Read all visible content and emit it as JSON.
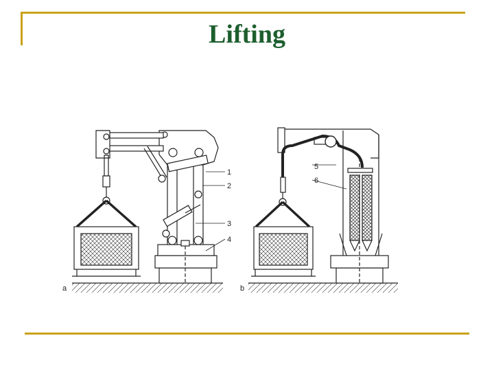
{
  "slide": {
    "title": "Lifting",
    "accent_color": "#c9a21a",
    "title_color": "#1d5e2e"
  },
  "diagram": {
    "panel_a": {
      "label": "a",
      "callouts": [
        "1",
        "2",
        "3",
        "4"
      ]
    },
    "panel_b": {
      "label": "b",
      "callouts": [
        "5",
        "6"
      ]
    }
  }
}
